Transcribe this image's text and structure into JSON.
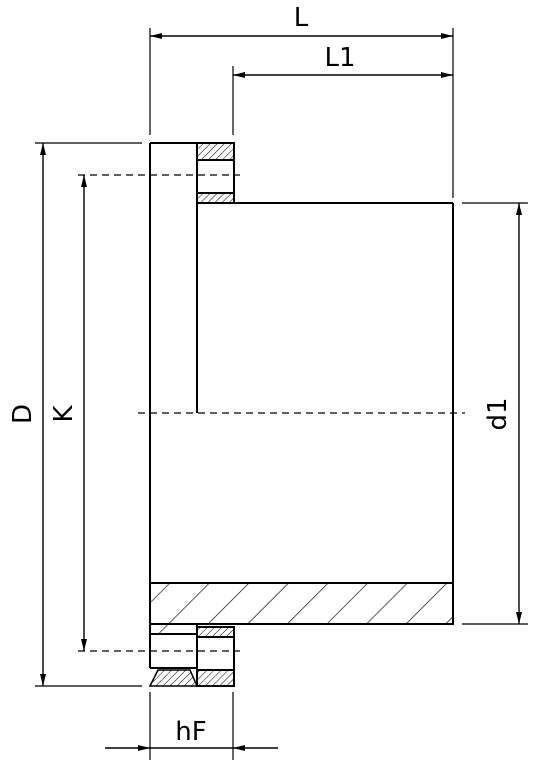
{
  "labels": {
    "L": "L",
    "L1": "L1",
    "D": "D",
    "K": "K",
    "d1": "d1",
    "hF": "hF"
  },
  "colors": {
    "line": "#000000",
    "background": "#ffffff"
  }
}
